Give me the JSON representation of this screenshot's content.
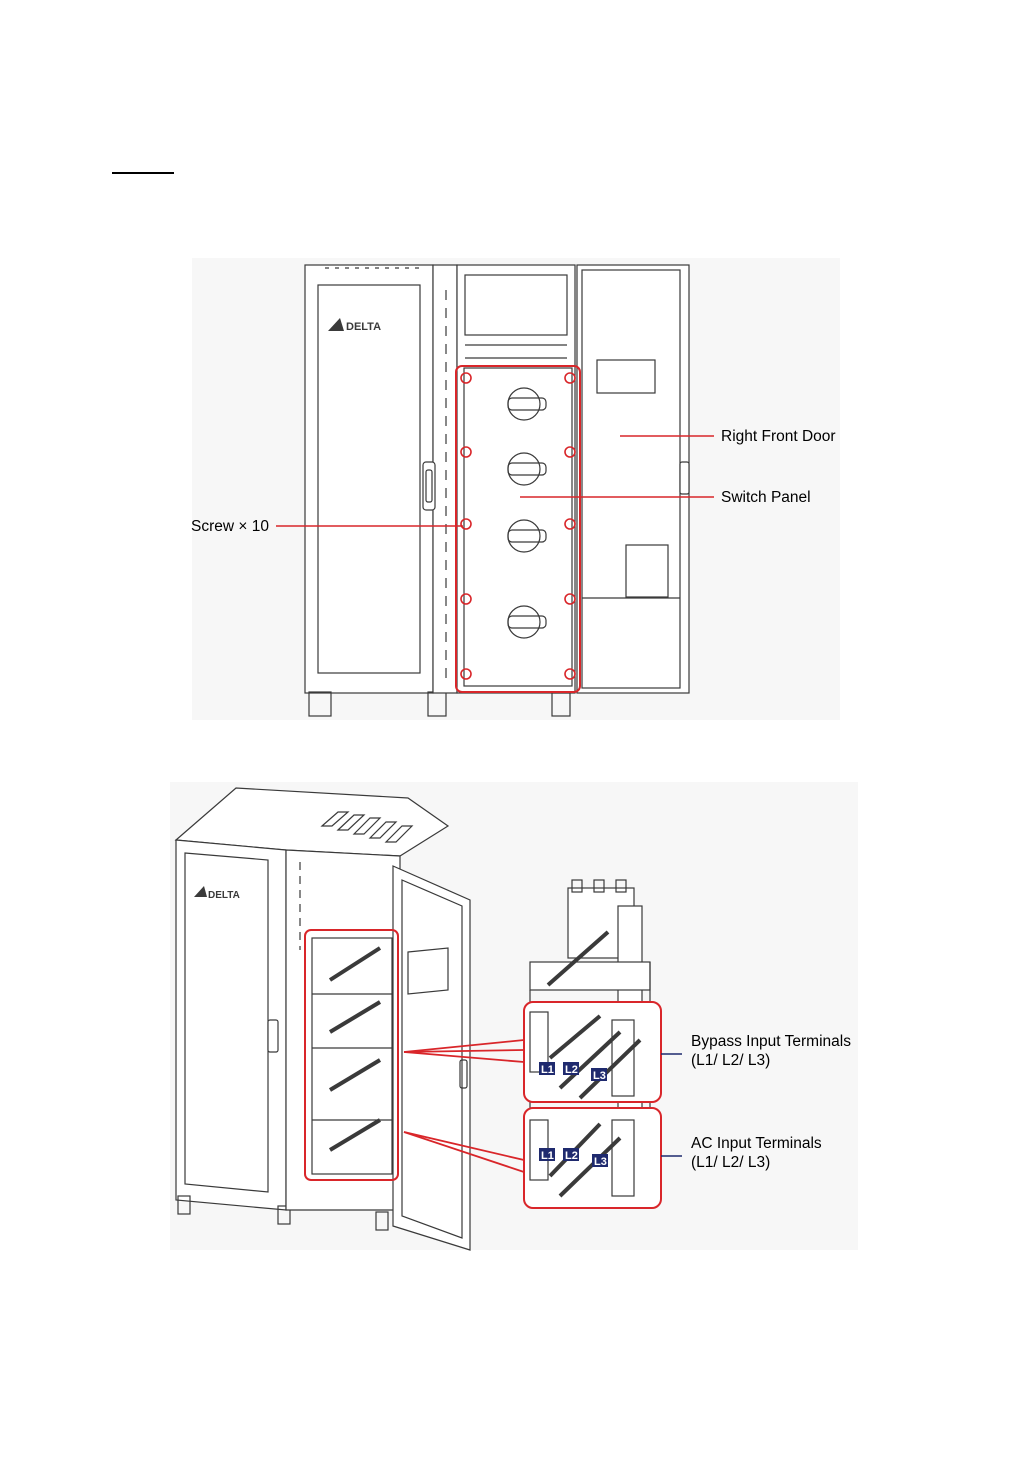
{
  "figure1": {
    "labels": {
      "right_front_door": "Right Front Door",
      "switch_panel": "Switch Panel",
      "screws": "Screw × 10"
    },
    "logo_text": "DELTA"
  },
  "figure2": {
    "labels": {
      "bypass_title": "Bypass Input Terminals",
      "bypass_sub": "(L1/ L2/ L3)",
      "ac_title": "AC Input Terminals",
      "ac_sub": "(L1/ L2/ L3)"
    },
    "phase_tags": [
      "L1",
      "L2",
      "L3"
    ],
    "logo_text": "DELTA"
  },
  "colors": {
    "callout_red": "#d9262a",
    "tag_navy": "#1f2a6e",
    "leader_navy": "#1f2a6e",
    "line_gray": "#3a3a3a"
  }
}
